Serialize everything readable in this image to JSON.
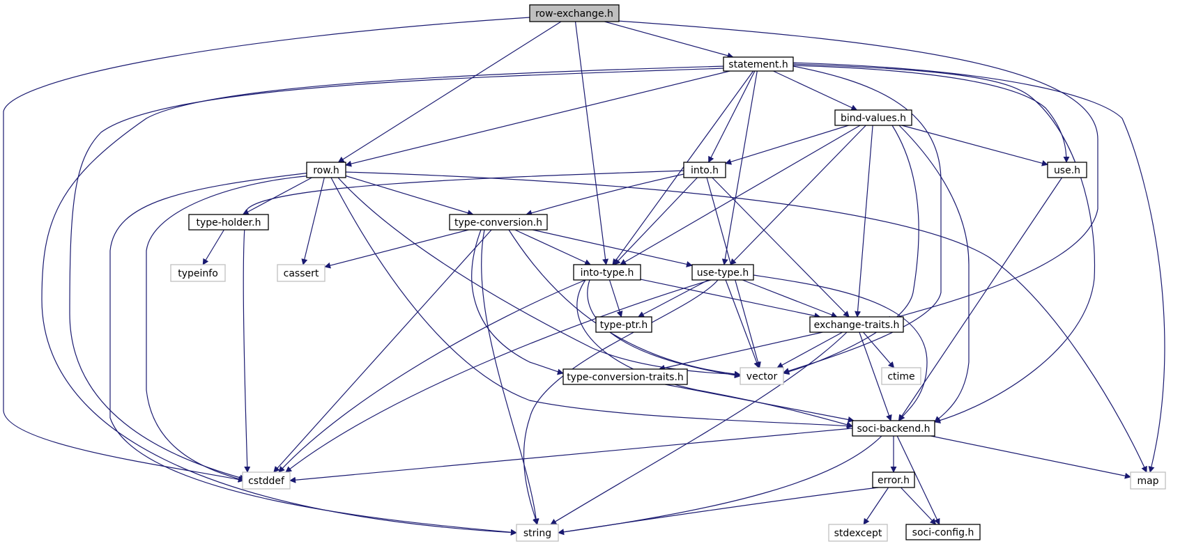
{
  "graph": {
    "colors": {
      "edge": "#191970",
      "root_fill": "#bfbfbf",
      "local_border": "#000000",
      "system_border": "#bfbfbf"
    },
    "nodes": [
      {
        "id": "row-exchange",
        "label": "row-exchange.h",
        "kind": "root"
      },
      {
        "id": "statement",
        "label": "statement.h",
        "kind": "local"
      },
      {
        "id": "bind-values",
        "label": "bind-values.h",
        "kind": "local"
      },
      {
        "id": "row",
        "label": "row.h",
        "kind": "local"
      },
      {
        "id": "into",
        "label": "into.h",
        "kind": "local"
      },
      {
        "id": "use",
        "label": "use.h",
        "kind": "local"
      },
      {
        "id": "type-holder",
        "label": "type-holder.h",
        "kind": "local"
      },
      {
        "id": "type-conversion",
        "label": "type-conversion.h",
        "kind": "local"
      },
      {
        "id": "typeinfo",
        "label": "typeinfo",
        "kind": "system"
      },
      {
        "id": "cassert",
        "label": "cassert",
        "kind": "system"
      },
      {
        "id": "into-type",
        "label": "into-type.h",
        "kind": "local"
      },
      {
        "id": "use-type",
        "label": "use-type.h",
        "kind": "local"
      },
      {
        "id": "type-ptr",
        "label": "type-ptr.h",
        "kind": "local"
      },
      {
        "id": "exchange-traits",
        "label": "exchange-traits.h",
        "kind": "local"
      },
      {
        "id": "type-conversion-traits",
        "label": "type-conversion-traits.h",
        "kind": "local"
      },
      {
        "id": "vector",
        "label": "vector",
        "kind": "system"
      },
      {
        "id": "ctime",
        "label": "ctime",
        "kind": "system"
      },
      {
        "id": "soci-backend",
        "label": "soci-backend.h",
        "kind": "local"
      },
      {
        "id": "cstddef",
        "label": "cstddef",
        "kind": "system"
      },
      {
        "id": "error",
        "label": "error.h",
        "kind": "local"
      },
      {
        "id": "map",
        "label": "map",
        "kind": "system"
      },
      {
        "id": "string",
        "label": "string",
        "kind": "system"
      },
      {
        "id": "stdexcept",
        "label": "stdexcept",
        "kind": "system"
      },
      {
        "id": "soci-config",
        "label": "soci-config.h",
        "kind": "local"
      }
    ],
    "edges": [
      {
        "from": "row-exchange",
        "to": "cstddef"
      },
      {
        "from": "row-exchange",
        "to": "row"
      },
      {
        "from": "row-exchange",
        "to": "into-type"
      },
      {
        "from": "row-exchange",
        "to": "statement"
      },
      {
        "from": "row-exchange",
        "to": "exchange-traits"
      },
      {
        "from": "statement",
        "to": "string"
      },
      {
        "from": "statement",
        "to": "cstddef"
      },
      {
        "from": "statement",
        "to": "row"
      },
      {
        "from": "statement",
        "to": "into-type"
      },
      {
        "from": "statement",
        "to": "into"
      },
      {
        "from": "statement",
        "to": "use-type"
      },
      {
        "from": "statement",
        "to": "bind-values"
      },
      {
        "from": "statement",
        "to": "vector"
      },
      {
        "from": "statement",
        "to": "use"
      },
      {
        "from": "statement",
        "to": "soci-backend"
      },
      {
        "from": "statement",
        "to": "map"
      },
      {
        "from": "bind-values",
        "to": "into"
      },
      {
        "from": "bind-values",
        "to": "into-type"
      },
      {
        "from": "bind-values",
        "to": "use-type"
      },
      {
        "from": "bind-values",
        "to": "exchange-traits"
      },
      {
        "from": "bind-values",
        "to": "vector"
      },
      {
        "from": "bind-values",
        "to": "soci-backend"
      },
      {
        "from": "bind-values",
        "to": "use"
      },
      {
        "from": "row",
        "to": "string"
      },
      {
        "from": "row",
        "to": "cstddef"
      },
      {
        "from": "row",
        "to": "type-holder"
      },
      {
        "from": "row",
        "to": "cassert"
      },
      {
        "from": "row",
        "to": "type-conversion"
      },
      {
        "from": "row",
        "to": "soci-backend"
      },
      {
        "from": "row",
        "to": "vector"
      },
      {
        "from": "row",
        "to": "map"
      },
      {
        "from": "into",
        "to": "cstddef"
      },
      {
        "from": "into",
        "to": "type-conversion"
      },
      {
        "from": "into",
        "to": "into-type"
      },
      {
        "from": "into",
        "to": "vector"
      },
      {
        "from": "into",
        "to": "exchange-traits"
      },
      {
        "from": "use",
        "to": "soci-backend"
      },
      {
        "from": "type-holder",
        "to": "typeinfo"
      },
      {
        "from": "type-conversion",
        "to": "cassert"
      },
      {
        "from": "type-conversion",
        "to": "cstddef"
      },
      {
        "from": "type-conversion",
        "to": "string"
      },
      {
        "from": "type-conversion",
        "to": "type-conversion-traits"
      },
      {
        "from": "type-conversion",
        "to": "into-type"
      },
      {
        "from": "type-conversion",
        "to": "vector"
      },
      {
        "from": "type-conversion",
        "to": "use-type"
      },
      {
        "from": "into-type",
        "to": "cstddef"
      },
      {
        "from": "into-type",
        "to": "type-ptr"
      },
      {
        "from": "into-type",
        "to": "vector"
      },
      {
        "from": "into-type",
        "to": "soci-backend"
      },
      {
        "from": "into-type",
        "to": "exchange-traits"
      },
      {
        "from": "use-type",
        "to": "cstddef"
      },
      {
        "from": "use-type",
        "to": "string"
      },
      {
        "from": "use-type",
        "to": "type-ptr"
      },
      {
        "from": "use-type",
        "to": "vector"
      },
      {
        "from": "use-type",
        "to": "exchange-traits"
      },
      {
        "from": "use-type",
        "to": "soci-backend"
      },
      {
        "from": "exchange-traits",
        "to": "type-conversion-traits"
      },
      {
        "from": "exchange-traits",
        "to": "string"
      },
      {
        "from": "exchange-traits",
        "to": "vector"
      },
      {
        "from": "exchange-traits",
        "to": "ctime"
      },
      {
        "from": "exchange-traits",
        "to": "soci-backend"
      },
      {
        "from": "type-conversion-traits",
        "to": "soci-backend"
      },
      {
        "from": "soci-backend",
        "to": "cstddef"
      },
      {
        "from": "soci-backend",
        "to": "string"
      },
      {
        "from": "soci-backend",
        "to": "error"
      },
      {
        "from": "soci-backend",
        "to": "soci-config"
      },
      {
        "from": "soci-backend",
        "to": "map"
      },
      {
        "from": "error",
        "to": "string"
      },
      {
        "from": "error",
        "to": "stdexcept"
      },
      {
        "from": "error",
        "to": "soci-config"
      }
    ]
  }
}
